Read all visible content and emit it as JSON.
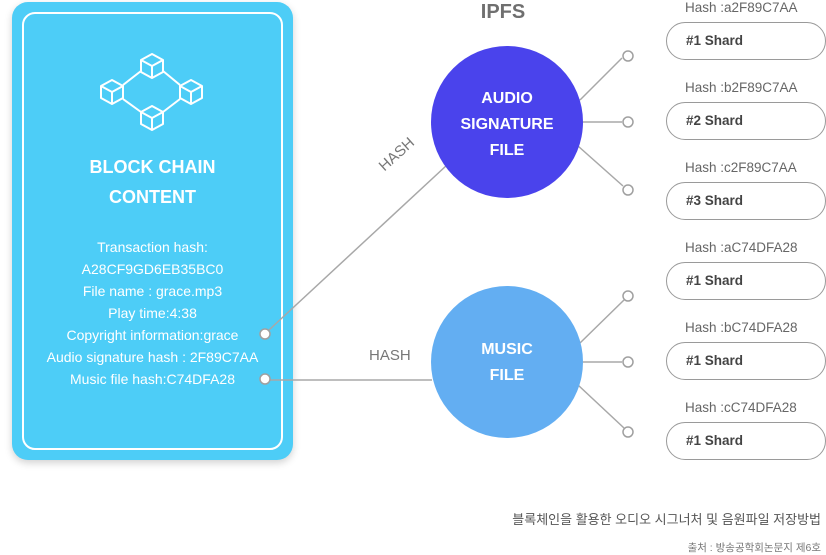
{
  "card": {
    "title_line1": "BLOCK CHAIN",
    "title_line2": "CONTENT",
    "info": [
      "Transaction hash:",
      "A28CF9GD6EB35BC0",
      "File name : grace.mp3",
      "Play time:4:38",
      "Copyright information:grace",
      "Audio signature hash : 2F89C7AA",
      "Music file hash:C74DFA28"
    ]
  },
  "ipfs": {
    "title": "IPFS",
    "audio_node": {
      "line1": "AUDIO",
      "line2": "SIGNATURE",
      "line3": "FILE",
      "color": "#4a43ec"
    },
    "music_node": {
      "line1": "MUSIC",
      "line2": "FILE",
      "color": "#63aef2"
    },
    "edge_label_audio": "HASH",
    "edge_label_music": "HASH"
  },
  "shards": [
    {
      "hash": "Hash :a2F89C7AA",
      "label": "#1 Shard"
    },
    {
      "hash": "Hash :b2F89C7AA",
      "label": "#2 Shard"
    },
    {
      "hash": "Hash :c2F89C7AA",
      "label": "#3 Shard"
    },
    {
      "hash": "Hash :aC74DFA28",
      "label": "#1 Shard"
    },
    {
      "hash": "Hash :bC74DFA28",
      "label": "#1 Shard"
    },
    {
      "hash": "Hash :cC74DFA28",
      "label": "#1 Shard"
    }
  ],
  "caption": "블록체인을 활용한 오디오 시그너처 및 음원파일 저장방법",
  "source": "출처 : 방송공학회논문지 제6호",
  "colors": {
    "card": "#4dcdf7",
    "line": "#a8a8a8"
  }
}
